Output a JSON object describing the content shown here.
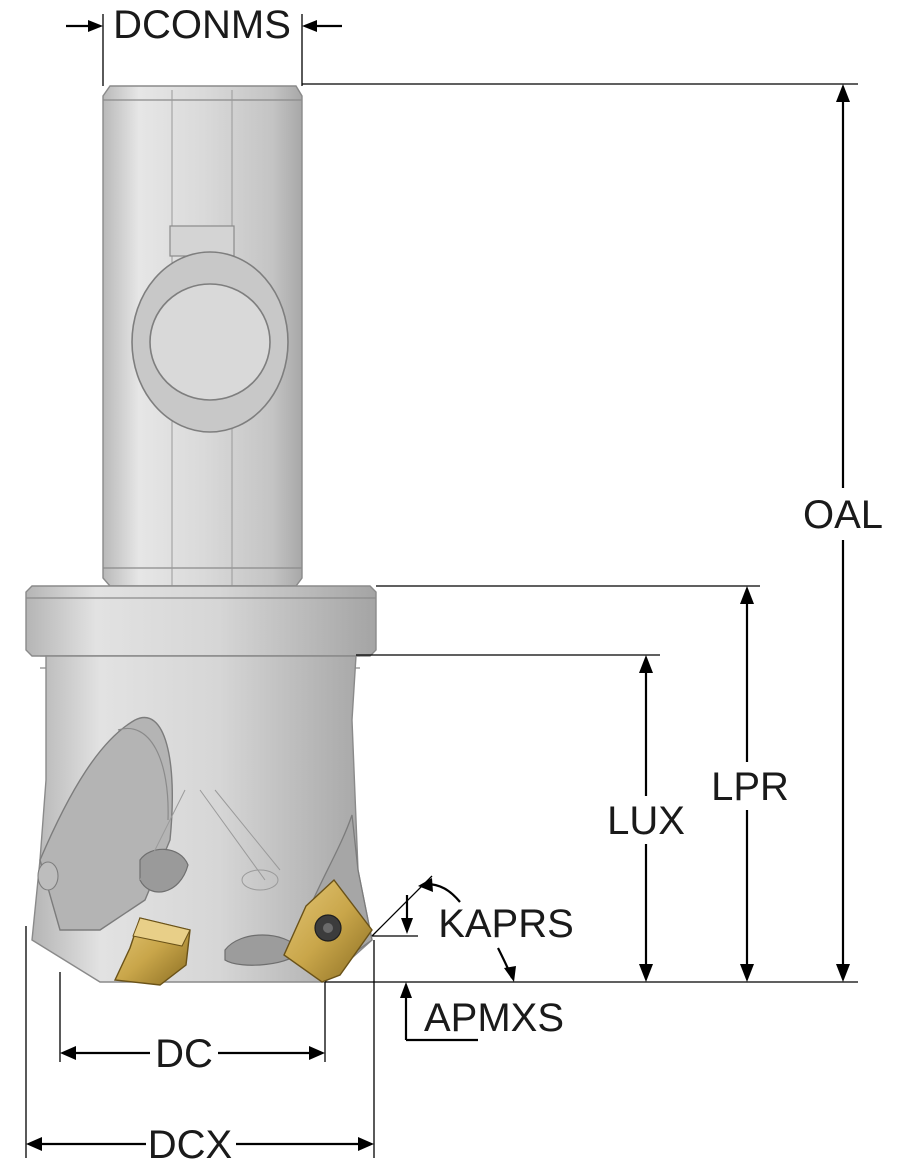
{
  "labels": {
    "dconms": "DCONMS",
    "oal": "OAL",
    "lpr": "LPR",
    "lux": "LUX",
    "kaprs": "KAPRS",
    "apmxs": "APMXS",
    "dc": "DC",
    "dcx": "DCX"
  },
  "colors": {
    "body_light": "#e4e4e4",
    "body_mid": "#cfcfcf",
    "body_dark": "#a9a9a9",
    "insert_gold": "#c9a64a",
    "insert_dark": "#8a6d22",
    "line": "#000000"
  }
}
